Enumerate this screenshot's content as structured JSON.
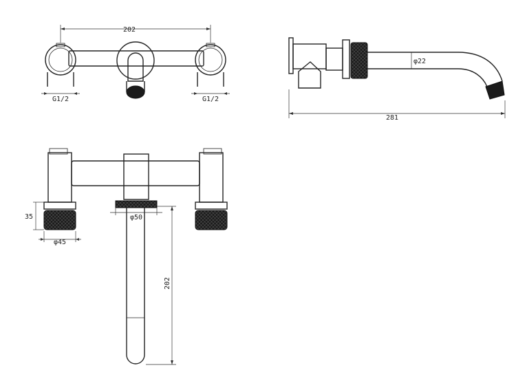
{
  "dimensions": {
    "top_width": "202",
    "left_inlet": "G1/2",
    "right_inlet": "G1/2",
    "side_pipe_dia": "φ22",
    "side_length": "281",
    "handle_height": "35",
    "handle_dia": "φ45",
    "spout_plate_dia": "φ50",
    "spout_length": "202"
  },
  "colors": {
    "line": "#222222",
    "knurl": "#1b1b1b",
    "background": "#ffffff"
  }
}
